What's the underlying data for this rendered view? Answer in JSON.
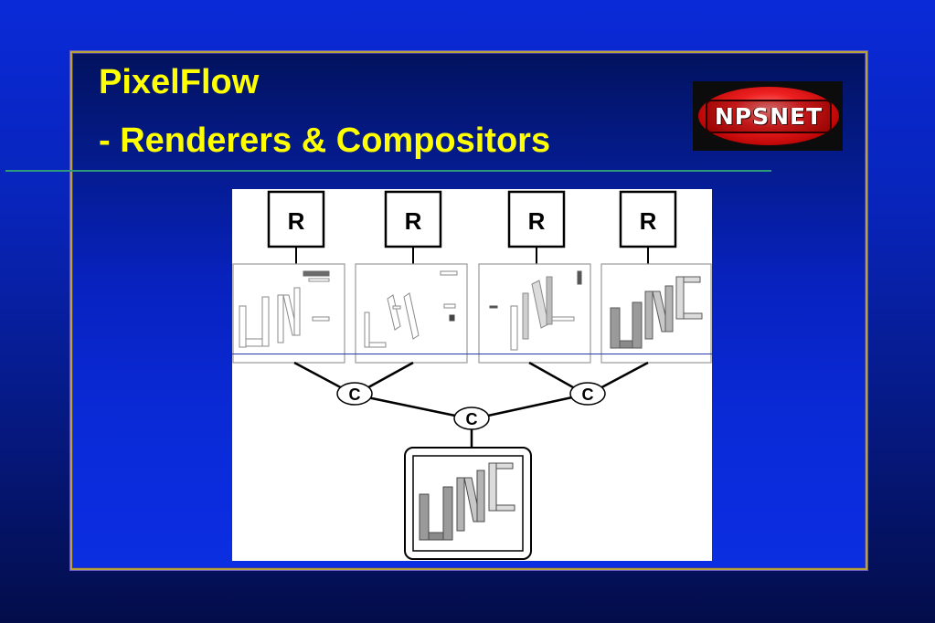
{
  "slide": {
    "title_line1": "PixelFlow",
    "title_line2": "- Renderers & Compositors"
  },
  "logo": {
    "text": "NPSNET"
  },
  "diagram": {
    "renderer_label": "R",
    "renderers": [
      "R",
      "R",
      "R",
      "R"
    ],
    "compositor_label": "C",
    "compositors": [
      "C",
      "C",
      "C"
    ],
    "partial_image_glyph": "partial-image",
    "final_image_glyph": "final-image"
  },
  "colors": {
    "title": "#ffff00",
    "background": "#0a2ad8",
    "rule": "#2e9a7c",
    "diagram_bg": "#ffffff"
  }
}
